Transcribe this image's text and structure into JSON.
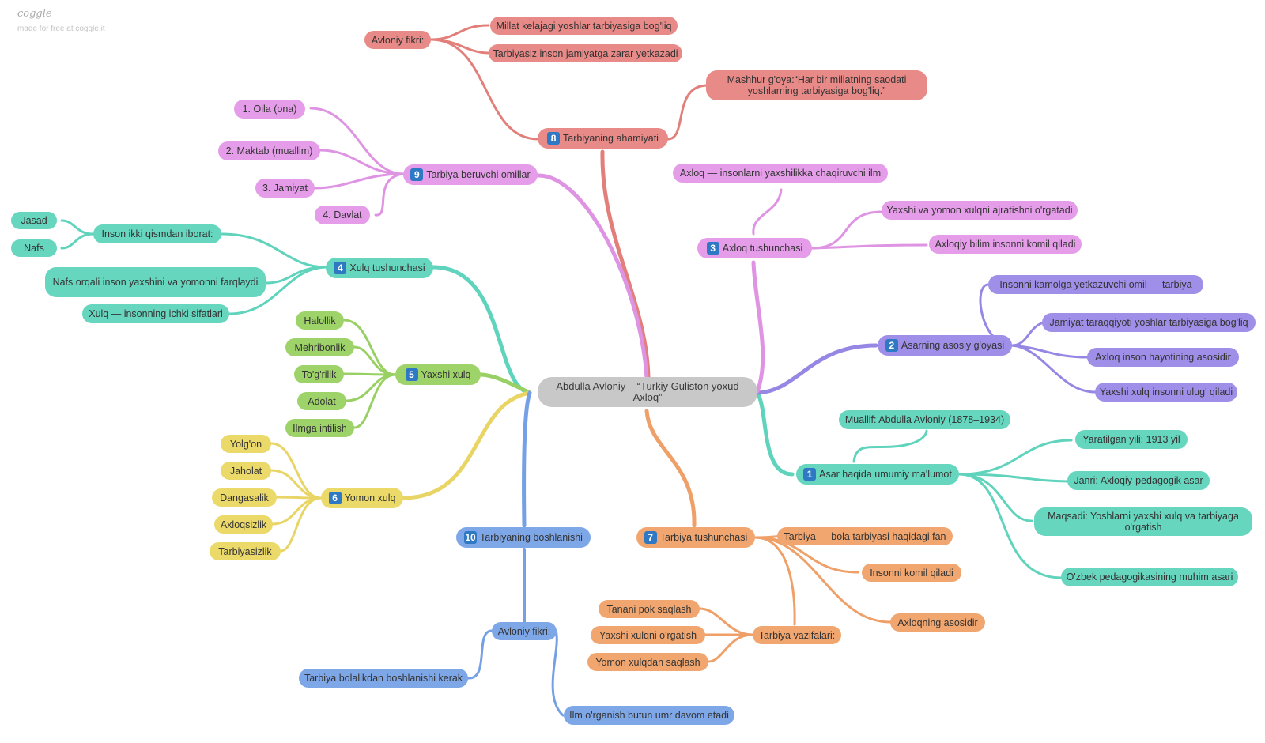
{
  "brand": {
    "logo": "coggle",
    "subtitle": "made for free at coggle.it"
  },
  "colors": {
    "red": "#e27f7b",
    "pink": "#df93e3",
    "purple": "#9587e3",
    "teal": "#5fd3bb",
    "green": "#98d063",
    "yellow": "#e8d565",
    "blue": "#76a0e6",
    "orange": "#efa068",
    "center": "#c8c8c8",
    "badge": "#2f78c4"
  },
  "center": "Abdulla Avloniy – “Turkiy Guliston yoxud Axloq”",
  "branches": {
    "b1": {
      "num": "1",
      "label": "Asar haqida umumiy ma'lumot",
      "children": [
        "Muallif: Abdulla Avloniy (1878–1934)",
        "Yaratilgan yili: 1913 yil",
        "Janri: Axloqiy-pedagogik asar",
        "Maqsadi: Yoshlarni yaxshi xulq va tarbiyaga o'rgatish",
        "O'zbek pedagogikasining muhim asari"
      ]
    },
    "b2": {
      "num": "2",
      "label": "Asarning asosiy g'oyasi",
      "children": [
        "Insonni kamolga yetkazuvchi omil — tarbiya",
        "Jamiyat taraqqiyoti yoshlar tarbiyasiga bog'liq",
        "Axloq inson hayotining asosidir",
        "Yaxshi xulq insonni ulug' qiladi"
      ]
    },
    "b3": {
      "num": "3",
      "label": "Axloq tushunchasi",
      "children": [
        "Axloq — insonlarni yaxshilikka chaqiruvchi ilm",
        "Yaxshi va yomon xulqni ajratishni o'rgatadi",
        "Axloqiy bilim insonni komil qiladi"
      ]
    },
    "b4": {
      "num": "4",
      "label": "Xulq tushunchasi",
      "sub": "Inson ikki qismdan iborat:",
      "subchildren": [
        "Jasad",
        "Nafs"
      ],
      "children": [
        "Nafs orqali inson yaxshini va yomonni farqlaydi",
        "Xulq — insonning ichki sifatlari"
      ]
    },
    "b5": {
      "num": "5",
      "label": "Yaxshi xulq",
      "children": [
        "Halollik",
        "Mehribonlik",
        "To'g'rilik",
        "Adolat",
        "Ilmga intilish"
      ]
    },
    "b6": {
      "num": "6",
      "label": "Yomon xulq",
      "children": [
        "Yolg'on",
        "Jaholat",
        "Dangasalik",
        "Axloqsizlik",
        "Tarbiyasizlik"
      ]
    },
    "b7": {
      "num": "7",
      "label": "Tarbiya tushunchasi",
      "children": [
        "Tarbiya — bola tarbiyasi haqidagi fan",
        "Insonni komil qiladi",
        "Axloqning asosidir"
      ],
      "sub": "Tarbiya vazifalari:",
      "subchildren": [
        "Tanani pok saqlash",
        "Yaxshi xulqni o'rgatish",
        "Yomon xulqdan saqlash"
      ]
    },
    "b8": {
      "num": "8",
      "label": "Tarbiyaning ahamiyati",
      "sub": "Avloniy fikri:",
      "subchildren": [
        "Millat kelajagi yoshlar tarbiyasiga bog'liq",
        "Tarbiyasiz inson jamiyatga zarar yetkazadi"
      ],
      "children": [
        "Mashhur g'oya:“Har bir millatning saodati yoshlarning tarbiyasiga bog'liq.”"
      ]
    },
    "b9": {
      "num": "9",
      "label": "Tarbiya beruvchi omillar",
      "children": [
        "1. Oila (ona)",
        "2. Maktab (muallim)",
        "3. Jamiyat",
        "4. Davlat"
      ]
    },
    "b10": {
      "num": "10",
      "label": "Tarbiyaning boshlanishi",
      "sub": "Avloniy fikri:",
      "subchildren": [
        "Tarbiya bolalikdan boshlanishi kerak",
        "Ilm o'rganish butun umr davom etadi"
      ]
    }
  }
}
